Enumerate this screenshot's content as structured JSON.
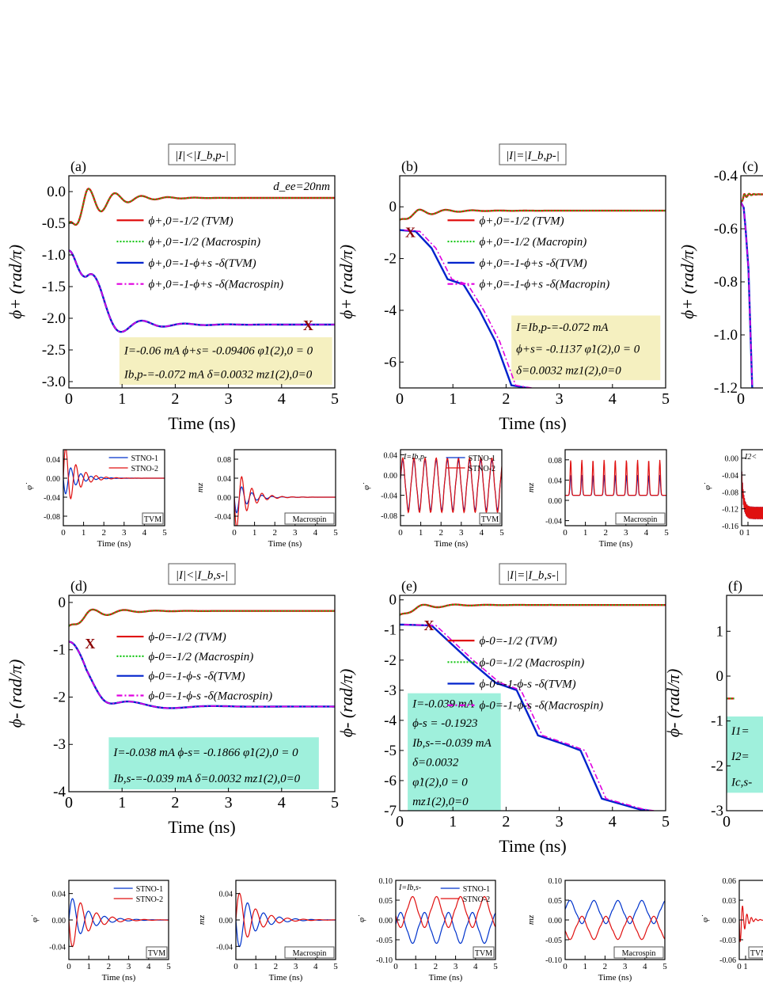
{
  "chart_data": [
    {
      "panel": "(a)",
      "type": "line",
      "header": "|I|<|I_b,p-|",
      "xlabel": "Time (ns)",
      "ylabel": "ϕ+ (rad/π)",
      "xlim": [
        0,
        5
      ],
      "ylim": [
        -3.1,
        0.25
      ],
      "xticks": [
        "0",
        "1",
        "2",
        "3",
        "4",
        "5"
      ],
      "yticks": [
        "0.0",
        "-0.5",
        "-1.0",
        "-1.5",
        "-2.0",
        "-2.5",
        "-3.0"
      ],
      "yticks_values": [
        0,
        -0.5,
        -1,
        -1.5,
        -2,
        -2.5,
        -3
      ],
      "corner_label": "d_ee=20nm",
      "legend": [
        "ϕ+,0=-1/2 (TVM)",
        "ϕ+,0=-1/2 (Macrospin)",
        "ϕ+,0=-1-ϕ+s -δ(TVM)",
        "ϕ+,0=-1-ϕ+s -δ(Macrospin)"
      ],
      "info": [
        "I=-0.06 mA   ϕ+s= -0.09406   φ̇1(2),0 = 0",
        "Ib,p-=-0.072 mA   δ=0.0032   mz1(2),0=0"
      ],
      "info_color": "#f5f0c0",
      "series": [
        {
          "style": "upper",
          "start": -0.5,
          "end": -0.1,
          "amp": 0.55,
          "tau": 0.5,
          "period": 0.5,
          "points": []
        },
        {
          "style": "lower",
          "start": -0.93,
          "end": -2.1,
          "amp": 0.62,
          "tau": 0.6,
          "period": 0.8,
          "points": []
        }
      ],
      "marker": {
        "label": "X",
        "x": 4.5,
        "y": -2.1
      }
    },
    {
      "panel": "(b)",
      "type": "line",
      "header": "|I|=|I_b,p-|",
      "xlabel": "Time (ns)",
      "ylabel": "ϕ+ (rad/π)",
      "xlim": [
        0,
        5
      ],
      "ylim": [
        -7,
        1.2
      ],
      "xticks": [
        "0",
        "1",
        "2",
        "3",
        "4",
        "5"
      ],
      "yticks": [
        "0",
        "-2",
        "-4",
        "-6"
      ],
      "yticks_values": [
        0,
        -2,
        -4,
        -6
      ],
      "legend": [
        "ϕ+,0=-1/2 (TVM)",
        "ϕ+,0=-1/2 (Macropin)",
        "ϕ+,0=-1-ϕ+s -δ(TVM)",
        "ϕ+,0=-1-ϕ+s -δ(Macropin)"
      ],
      "info": [
        "I=Ib,p-=-0.072 mA",
        "ϕ+s= -0.1137   φ̇1(2),0 = 0",
        "δ=0.0032   mz1(2),0=0"
      ],
      "info_color": "#f5f0c0",
      "series": [
        {
          "style": "upper",
          "start": -0.5,
          "end": -0.15,
          "amp": 0.3,
          "tau": 0.5,
          "period": 0.5,
          "points": []
        },
        {
          "style": "steps",
          "points": [
            [
              0,
              -0.9
            ],
            [
              0.3,
              -0.95
            ],
            [
              0.6,
              -1.6
            ],
            [
              0.9,
              -2.8
            ],
            [
              1.2,
              -3.0
            ],
            [
              1.5,
              -4.0
            ],
            [
              1.8,
              -5.2
            ],
            [
              2.1,
              -6.9
            ],
            [
              2.4,
              -7
            ]
          ]
        }
      ],
      "marker": {
        "label": "X",
        "x": 0.2,
        "y": -0.95
      }
    },
    {
      "panel": "(c)",
      "type": "line",
      "xlabel": "",
      "ylabel": "ϕ+ (rad/π)",
      "xlim": [
        0,
        5
      ],
      "ylim": [
        -1.2,
        -0.4
      ],
      "xticks": [
        "0"
      ],
      "yticks": [
        "-0.4",
        "-0.6",
        "-0.8",
        "-1.0",
        "-1.2"
      ],
      "yticks_values": [
        -0.4,
        -0.6,
        -0.8,
        -1.0,
        -1.2
      ],
      "series": [
        {
          "style": "upper",
          "start": -0.5,
          "end": -0.47,
          "amp": 0.02,
          "tau": 0.5,
          "period": 0.5,
          "points": []
        },
        {
          "style": "pts",
          "points": [
            [
              0,
              -0.5
            ],
            [
              0.3,
              -0.52
            ],
            [
              0.5,
              -0.6
            ],
            [
              0.8,
              -0.75
            ],
            [
              1.2,
              -1.2
            ]
          ]
        }
      ]
    },
    {
      "panel": "(d)",
      "type": "line",
      "header": "|I|<|I_b,s-|",
      "xlabel": "Time (ns)",
      "ylabel": "ϕ- (rad/π)",
      "xlim": [
        0,
        5
      ],
      "ylim": [
        -4,
        0.15
      ],
      "xticks": [
        "0",
        "1",
        "2",
        "3",
        "4",
        "5"
      ],
      "yticks": [
        "0",
        "-1",
        "-2",
        "-3",
        "-4"
      ],
      "yticks_values": [
        0,
        -1,
        -2,
        -3,
        -4
      ],
      "legend": [
        "ϕ-0=-1/2 (TVM)",
        "ϕ-0=-1/2 (Macrospin)",
        "ϕ-0=-1-ϕ-s -δ(TVM)",
        "ϕ-0=-1-ϕ-s -δ(Macrospin)"
      ],
      "info": [
        "I=-0.038 mA   ϕ-s= -0.1866   φ̇1(2),0 = 0",
        "Ib,s-=-0.039 mA   δ=0.0032   mz1(2),0=0"
      ],
      "info_color": "#9ff0dc",
      "series": [
        {
          "style": "upper",
          "start": -0.5,
          "end": -0.18,
          "amp": 0.25,
          "tau": 0.5,
          "period": 0.6,
          "points": []
        },
        {
          "style": "lower",
          "start": -0.83,
          "end": -2.2,
          "amp": 0.55,
          "tau": 0.7,
          "period": 1.6,
          "points": []
        }
      ],
      "marker": {
        "label": "X",
        "x": 0.4,
        "y": -0.85
      }
    },
    {
      "panel": "(e)",
      "type": "line",
      "header": "|I|=|I_b,s-|",
      "xlabel": "Time (ns)",
      "ylabel": "ϕ- (rad/π)",
      "xlim": [
        0,
        5
      ],
      "ylim": [
        -7,
        0.15
      ],
      "xticks": [
        "0",
        "1",
        "2",
        "3",
        "4",
        "5"
      ],
      "yticks": [
        "0",
        "-1",
        "-2",
        "-3",
        "-4",
        "-5",
        "-6",
        "-7"
      ],
      "yticks_values": [
        0,
        -1,
        -2,
        -3,
        -4,
        -5,
        -6,
        -7
      ],
      "legend": [
        "ϕ-0=-1/2 (TVM)",
        "ϕ-0=-1/2 (Macrospin)",
        "ϕ-0=-1-ϕ-s -δ(TVM)",
        "ϕ-0=-1-ϕ-s -δ(Macrospin)"
      ],
      "info": [
        "I=-0.039 mA",
        "ϕ-s = -0.1923",
        "Ib,s-=-0.039 mA",
        "δ=0.0032",
        "φ̇1(2),0 = 0",
        "mz1(2),0=0"
      ],
      "info_color": "#9ff0dc",
      "series": [
        {
          "style": "upper",
          "start": -0.5,
          "end": -0.17,
          "amp": 0.2,
          "tau": 0.5,
          "period": 0.6,
          "points": []
        },
        {
          "style": "steps",
          "points": [
            [
              0,
              -0.82
            ],
            [
              0.6,
              -0.85
            ],
            [
              1.3,
              -2.0
            ],
            [
              1.8,
              -2.75
            ],
            [
              2.2,
              -3.0
            ],
            [
              2.6,
              -4.5
            ],
            [
              3.1,
              -4.8
            ],
            [
              3.4,
              -5.0
            ],
            [
              3.8,
              -6.6
            ],
            [
              4.5,
              -6.95
            ],
            [
              4.7,
              -7
            ]
          ]
        }
      ],
      "marker": {
        "label": "X",
        "x": 0.55,
        "y": -0.82
      }
    },
    {
      "panel": "(f)",
      "type": "line",
      "xlabel": "",
      "ylabel": "ϕ- (rad/π)",
      "xlim": [
        0,
        5
      ],
      "ylim": [
        -3,
        1.8
      ],
      "xticks": [
        "0"
      ],
      "yticks": [
        "1",
        "0",
        "-1",
        "-2",
        "-3"
      ],
      "yticks_values": [
        1,
        0,
        -1,
        -2,
        -3
      ],
      "info": [
        "I1=",
        "I2=",
        "Ic,s-"
      ],
      "info_color": "#9ff0dc",
      "series": [
        {
          "style": "pts",
          "points": [
            [
              0,
              -0.5
            ],
            [
              0.8,
              -0.5
            ]
          ]
        }
      ]
    },
    {
      "panel": "a-TVM",
      "type": "line",
      "ylabel": "φ̇",
      "xlabel": "Time (ns)",
      "tag": "TVM",
      "xlim": [
        0,
        5
      ],
      "ylim": [
        -0.1,
        0.06
      ],
      "xticks": [
        "0",
        "1",
        "2",
        "3",
        "4",
        "5"
      ],
      "yticks": [
        "0.04",
        "0.00",
        "-0.04",
        "-0.08"
      ],
      "yticks_values": [
        0.04,
        0,
        -0.04,
        -0.08
      ],
      "legend": [
        "STNO-1",
        "STNO-2"
      ],
      "series": [
        {
          "style": "damp",
          "color": "#0033cc",
          "start": 0.0,
          "end": 0,
          "amp": 0.04,
          "tau": 0.6,
          "period": 0.5,
          "points": []
        },
        {
          "style": "damp",
          "color": "#e01010",
          "start": 0.0,
          "end": 0,
          "amp": -0.08,
          "tau": 0.6,
          "period": 0.5,
          "points": []
        }
      ]
    },
    {
      "panel": "a-Macrospin",
      "type": "line",
      "ylabel": "mz",
      "xlabel": "Time (ns)",
      "tag": "Macrospin",
      "xlim": [
        0,
        5
      ],
      "ylim": [
        -0.06,
        0.1
      ],
      "xticks": [
        "0",
        "1",
        "2",
        "3",
        "4",
        "5"
      ],
      "yticks": [
        "0.08",
        "0.04",
        "0.00",
        "-0.04"
      ],
      "yticks_values": [
        0.08,
        0.04,
        0,
        -0.04
      ],
      "series": [
        {
          "style": "damp",
          "color": "#0033cc",
          "start": 0,
          "end": 0,
          "amp": 0.04,
          "tau": 0.6,
          "period": 0.5,
          "points": []
        },
        {
          "style": "damp",
          "color": "#e01010",
          "start": 0,
          "end": 0,
          "amp": 0.08,
          "tau": 0.6,
          "period": 0.5,
          "points": []
        }
      ]
    },
    {
      "panel": "b-TVM",
      "type": "line",
      "ylabel": "φ̇",
      "xlabel": "Time (ns)",
      "tag": "TVM",
      "xlim": [
        0,
        5
      ],
      "ylim": [
        -0.1,
        0.05
      ],
      "xticks": [
        "0",
        "1",
        "2",
        "3",
        "4",
        "5"
      ],
      "yticks": [
        "0.04",
        "0.00",
        "-0.04",
        "-0.08"
      ],
      "yticks_values": [
        0.04,
        0,
        -0.04,
        -0.08
      ],
      "legend": [
        "STNO-1",
        "STNO-2"
      ],
      "note": "I=Ib,p-",
      "series": [
        {
          "style": "periodic",
          "color": "#0033cc",
          "base": -0.02,
          "amp": 0.05,
          "period": 0.55,
          "points": []
        },
        {
          "style": "periodic",
          "color": "#e01010",
          "base": -0.02,
          "amp": 0.055,
          "period": 0.55,
          "points": []
        }
      ]
    },
    {
      "panel": "b-Macrospin",
      "type": "line",
      "ylabel": "mz",
      "xlabel": "Time (ns)",
      "tag": "Macrospin",
      "xlim": [
        0,
        5
      ],
      "ylim": [
        -0.05,
        0.1
      ],
      "xticks": [
        "0",
        "1",
        "2",
        "3",
        "4",
        "5"
      ],
      "yticks": [
        "0.08",
        "0.04",
        "0.00",
        "-0.04"
      ],
      "yticks_values": [
        0.08,
        0.04,
        0,
        -0.04
      ],
      "series": [
        {
          "style": "spikes",
          "color": "#0033cc",
          "base": 0.01,
          "amp": 0.04,
          "period": 0.55,
          "points": []
        },
        {
          "style": "spikes",
          "color": "#e01010",
          "base": 0.01,
          "amp": 0.07,
          "period": 0.55,
          "points": []
        }
      ]
    },
    {
      "panel": "c-TVM",
      "type": "line",
      "ylabel": "φ̇",
      "xlabel": "",
      "note": "I2<",
      "xlim": [
        0,
        5
      ],
      "ylim": [
        -0.16,
        0.02
      ],
      "xticks": [
        "0",
        "1"
      ],
      "yticks": [
        "0.00",
        "-0.04",
        "-0.08",
        "-0.12",
        "-0.16"
      ],
      "yticks_values": [
        0,
        -0.04,
        -0.08,
        -0.12,
        -0.16
      ],
      "series": [
        {
          "style": "noise",
          "color": "#0033cc",
          "points": []
        },
        {
          "style": "noise",
          "color": "#e01010",
          "points": []
        }
      ]
    },
    {
      "panel": "d-TVM",
      "type": "line",
      "ylabel": "φ̇",
      "xlabel": "Time (ns)",
      "tag": "TVM",
      "xlim": [
        0,
        5
      ],
      "ylim": [
        -0.06,
        0.06
      ],
      "xticks": [
        "0",
        "1",
        "2",
        "3",
        "4",
        "5"
      ],
      "yticks": [
        "0.04",
        "0.00",
        "-0.04"
      ],
      "yticks_values": [
        0.04,
        0,
        -0.04
      ],
      "legend": [
        "STNO-1",
        "STNO-2"
      ],
      "series": [
        {
          "style": "damp",
          "color": "#0033cc",
          "start": 0,
          "end": 0,
          "amp": -0.04,
          "tau": 0.9,
          "period": 0.8,
          "points": []
        },
        {
          "style": "damp",
          "color": "#e01010",
          "start": 0,
          "end": 0,
          "amp": 0.05,
          "tau": 0.9,
          "period": 0.8,
          "points": []
        }
      ]
    },
    {
      "panel": "d-Macrospin",
      "type": "line",
      "ylabel": "mz",
      "xlabel": "Time (ns)",
      "tag": "Macrospin",
      "xlim": [
        0,
        5
      ],
      "ylim": [
        -0.06,
        0.06
      ],
      "xticks": [
        "0",
        "1",
        "2",
        "3",
        "4",
        "5"
      ],
      "yticks": [
        "0.04",
        "0.00",
        "-0.04"
      ],
      "yticks_values": [
        0.04,
        0,
        -0.04
      ],
      "series": [
        {
          "style": "damp",
          "color": "#0033cc",
          "start": 0,
          "end": 0,
          "amp": 0.05,
          "tau": 0.9,
          "period": 0.8,
          "points": []
        },
        {
          "style": "damp",
          "color": "#e01010",
          "start": 0,
          "end": 0,
          "amp": -0.05,
          "tau": 0.9,
          "period": 0.8,
          "points": []
        }
      ]
    },
    {
      "panel": "e-TVM",
      "type": "line",
      "ylabel": "φ̇",
      "xlabel": "Time (ns)",
      "tag": "TVM",
      "xlim": [
        0,
        5
      ],
      "ylim": [
        -0.1,
        0.1
      ],
      "xticks": [
        "0",
        "1",
        "2",
        "3",
        "4",
        "5"
      ],
      "yticks": [
        "0.10",
        "0.05",
        "0.00",
        "-0.05",
        "-0.10"
      ],
      "yticks_values": [
        0.1,
        0.05,
        0,
        -0.05,
        -0.1
      ],
      "legend": [
        "STNO-1",
        "STNO-2"
      ],
      "note": "I=Ib,s-",
      "series": [
        {
          "style": "periodic",
          "color": "#0033cc",
          "base": -0.02,
          "amp": 0.04,
          "period": 1.2,
          "points": []
        },
        {
          "style": "periodic",
          "color": "#e01010",
          "base": 0.02,
          "amp": -0.04,
          "period": 1.2,
          "points": []
        }
      ]
    },
    {
      "panel": "e-Macrospin",
      "type": "line",
      "ylabel": "mz",
      "xlabel": "Time (ns)",
      "tag": "Macrospin",
      "xlim": [
        0,
        5
      ],
      "ylim": [
        -0.1,
        0.1
      ],
      "xticks": [
        "0",
        "1",
        "2",
        "3",
        "4",
        "5"
      ],
      "yticks": [
        "0.10",
        "0.05",
        "0.00",
        "-0.05",
        "-0.10"
      ],
      "yticks_values": [
        0.1,
        0.05,
        0,
        -0.05,
        -0.1
      ],
      "series": [
        {
          "style": "periodic",
          "color": "#0033cc",
          "base": 0.02,
          "amp": 0.03,
          "period": 1.2,
          "points": []
        },
        {
          "style": "periodic",
          "color": "#e01010",
          "base": -0.02,
          "amp": -0.03,
          "period": 1.2,
          "points": []
        }
      ]
    },
    {
      "panel": "f-TVM",
      "type": "line",
      "ylabel": "φ̇",
      "xlabel": "",
      "tag": "TVM",
      "xlim": [
        0,
        5
      ],
      "ylim": [
        -0.06,
        0.06
      ],
      "xticks": [
        "0",
        "1"
      ],
      "yticks": [
        "0.06",
        "0.03",
        "0.00",
        "-0.03",
        "-0.06"
      ],
      "yticks_values": [
        0.06,
        0.03,
        0,
        -0.03,
        -0.06
      ],
      "series": [
        {
          "style": "damp",
          "color": "#e01010",
          "start": 0,
          "end": 0,
          "amp": 0.04,
          "tau": 0.8,
          "period": 0.7,
          "points": []
        }
      ]
    }
  ]
}
